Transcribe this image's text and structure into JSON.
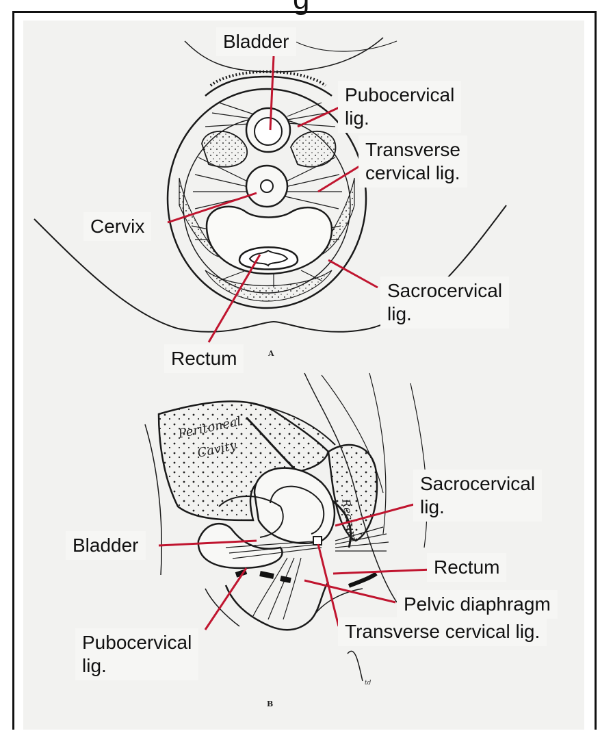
{
  "title_fragment": "g",
  "panels": {
    "a": "A",
    "b": "B"
  },
  "colors": {
    "leader": "#c0152f",
    "ink": "#1a1a1a",
    "paper": "#f2f2f0",
    "frame": "#111111"
  },
  "labels": {
    "a": {
      "bladder": "Bladder",
      "pubocervical": "Pubocervical\nlig.",
      "transverse": "Transverse\ncervical lig.",
      "cervix": "Cervix",
      "sacrocervical": "Sacrocervical\nlig.",
      "rectum": "Rectum"
    },
    "b": {
      "sacrocervical": "Sacrocervical\nlig.",
      "bladder": "Bladder",
      "rectum": "Rectum",
      "pelvic_diaphragm": "Pelvic diaphragm",
      "transverse": "Transverse cervical lig.",
      "pubocervical": "Pubocervical\nlig."
    }
  },
  "handwriting": {
    "peritoneal_cavity": "Peritoneal Cavity",
    "rectum": "Rectum",
    "signature": "td"
  }
}
